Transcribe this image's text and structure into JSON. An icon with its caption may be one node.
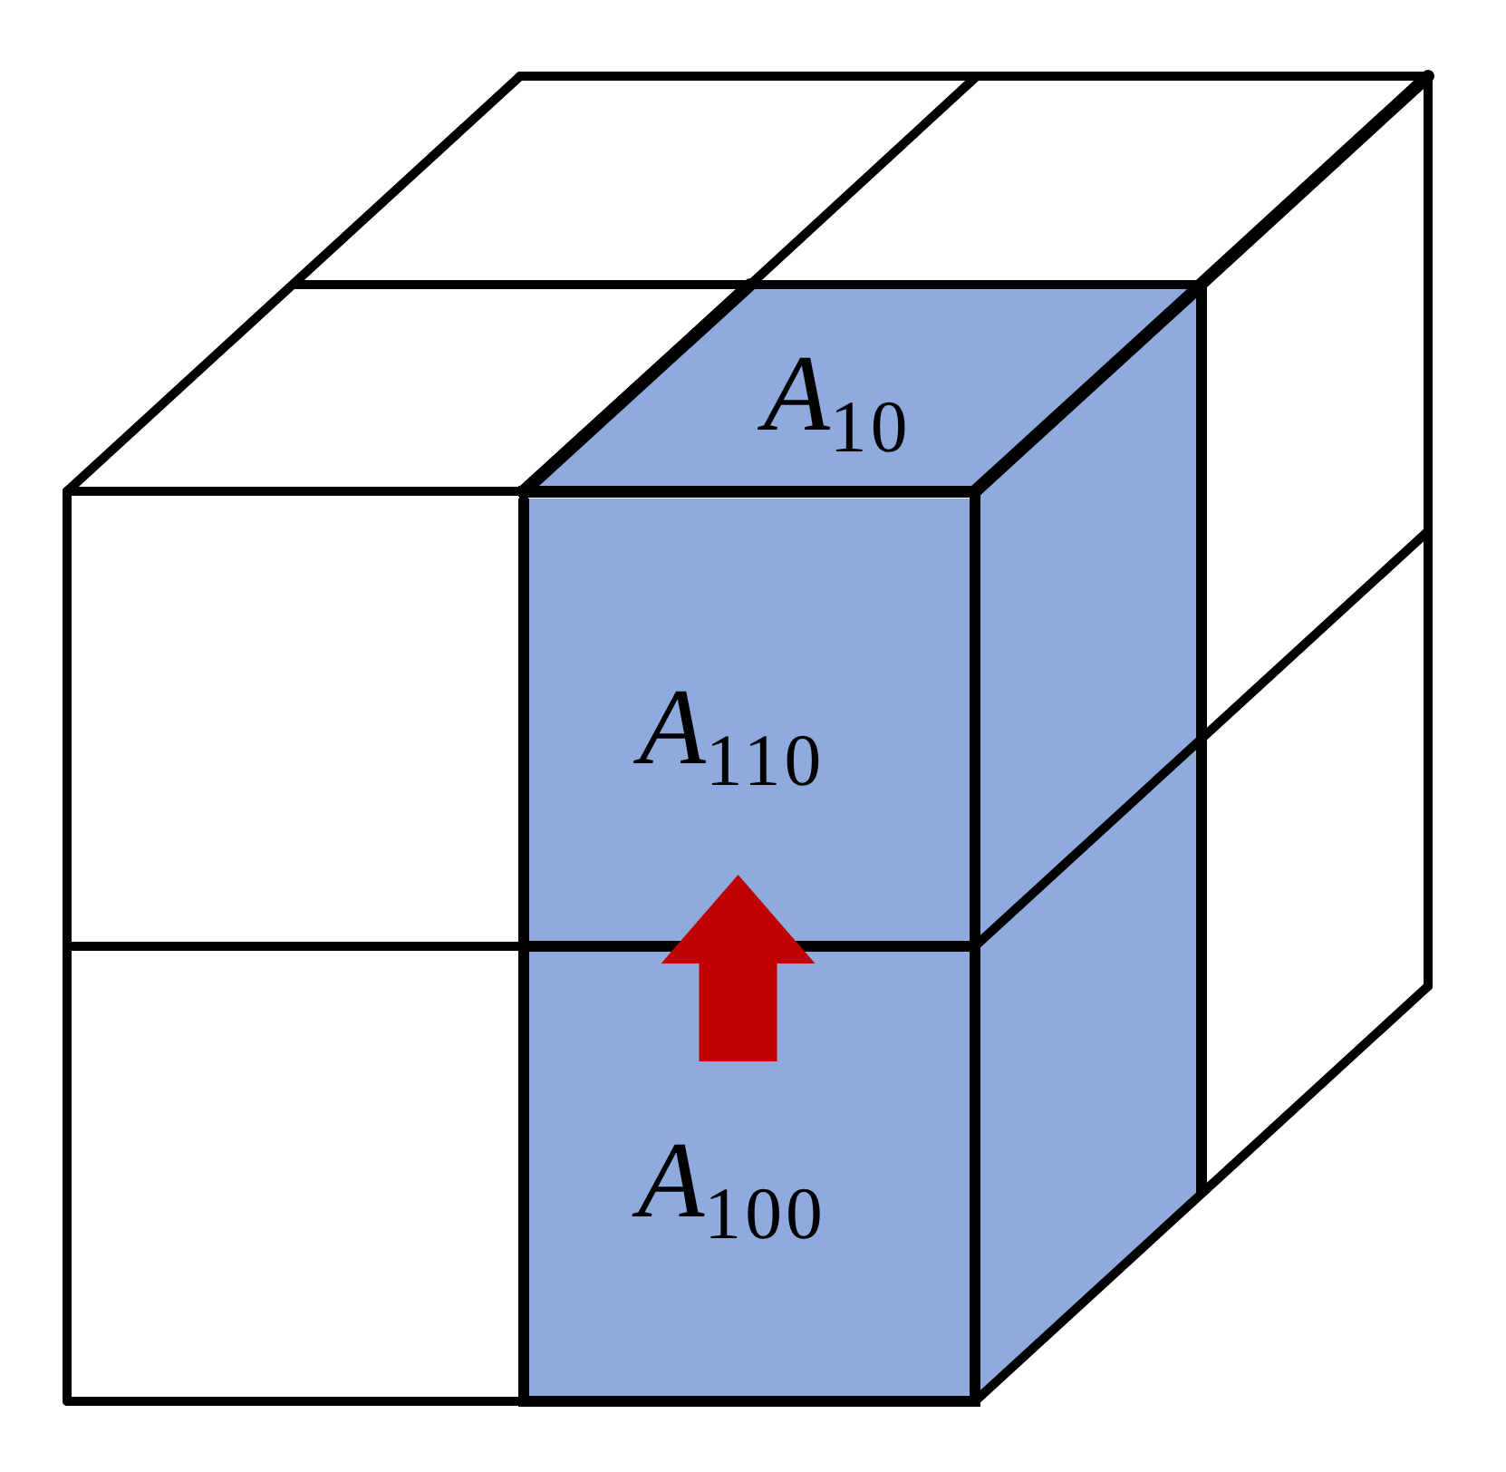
{
  "diagram": {
    "nodes": [
      {
        "text": [
          "*A*$_{10}$"
        ]
      },
      {
        "text": [
          "*A*$_{110}$"
        ]
      },
      {
        "text": [
          "*A*$_{100}$"
        ]
      }
    ],
    "edges": [
      {
        "from": 2,
        "to": 1,
        "arrow": "to",
        "color": "#c00000"
      }
    ]
  }
}
